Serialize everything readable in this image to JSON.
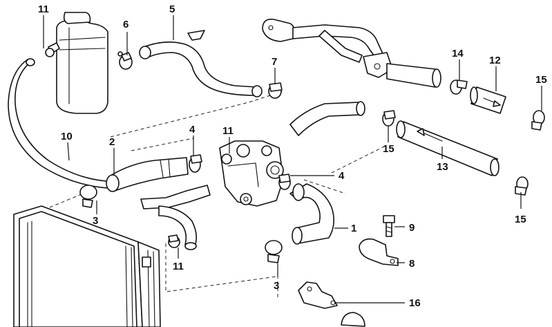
{
  "callouts": {
    "c1": "1",
    "c2": "2",
    "c3a": "3",
    "c3b": "3",
    "c4a": "4",
    "c4b": "4",
    "c5": "5",
    "c6": "6",
    "c7": "7",
    "c8": "8",
    "c9": "9",
    "c10": "10",
    "c11a": "11",
    "c11b": "11",
    "c11c": "11",
    "c12": "12",
    "c13": "13",
    "c14": "14",
    "c15a": "15",
    "c15b": "15",
    "c15c": "15",
    "c16": "16"
  }
}
